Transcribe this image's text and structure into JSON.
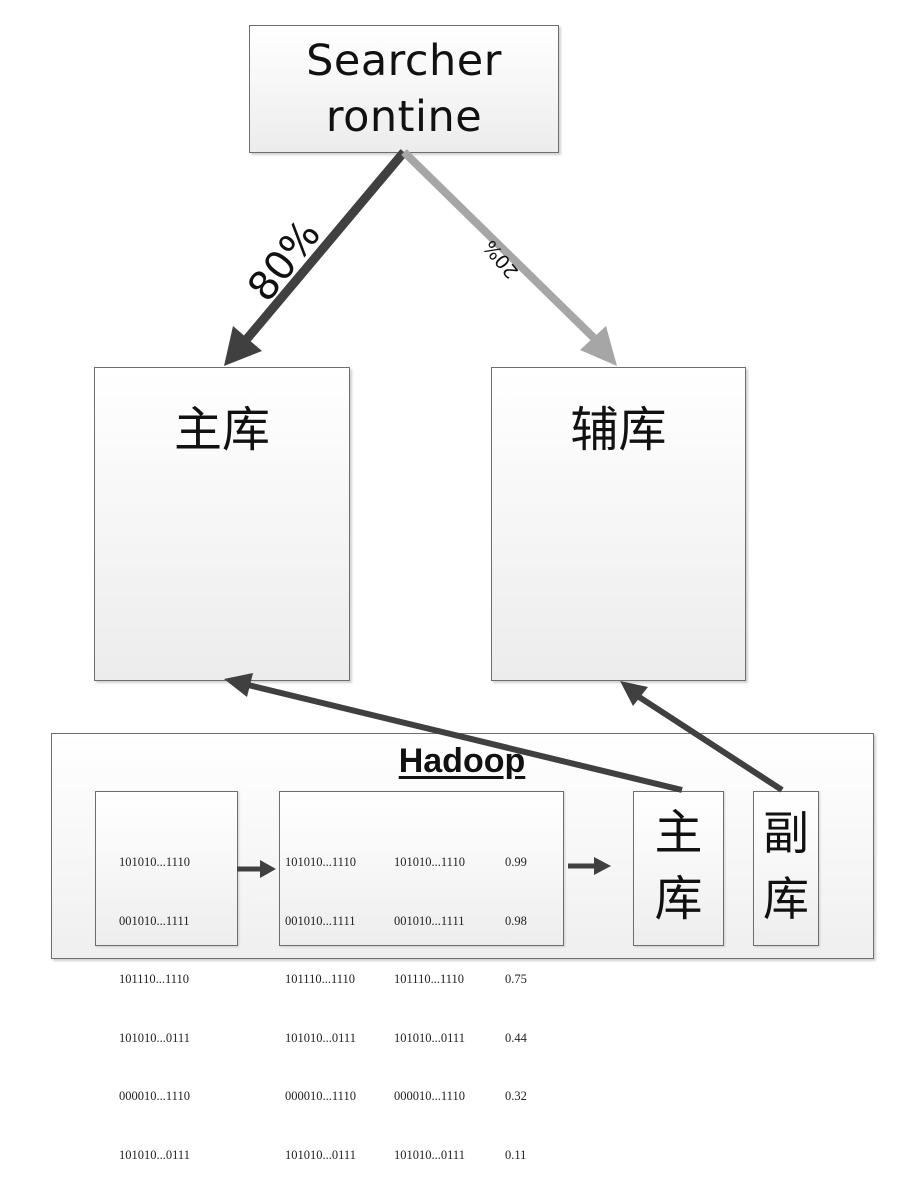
{
  "searcher": {
    "line1": "Searcher",
    "line2": "rontine"
  },
  "edges": {
    "to_main_label": "80%",
    "to_aux_label": "20%",
    "colors": {
      "main": "#404040",
      "aux": "#a6a6a6",
      "feed": "#404040"
    }
  },
  "main_db": {
    "label": "主库"
  },
  "aux_db": {
    "label": "辅库"
  },
  "hadoop": {
    "title": "Hadoop",
    "raw_records": [
      "101010...1110",
      "001010...1111",
      "101110...1110",
      "101010...0111",
      "000010...1110",
      "101010...0111"
    ],
    "scored": {
      "col1": [
        "101010...1110",
        "001010...1111",
        "101110...1110",
        "101010...0111",
        "000010...1110",
        "101010...0111"
      ],
      "col2": [
        "101010...1110",
        "001010...1111",
        "101110...1110",
        "101010...0111",
        "000010...1110",
        "101010...0111"
      ],
      "scores": [
        "0.99",
        "0.98",
        "0.75",
        "0.44",
        "0.32",
        "0.11"
      ]
    },
    "small_main": {
      "char1": "主",
      "char2": "库"
    },
    "small_aux": {
      "char1": "副",
      "char2": "库"
    }
  }
}
